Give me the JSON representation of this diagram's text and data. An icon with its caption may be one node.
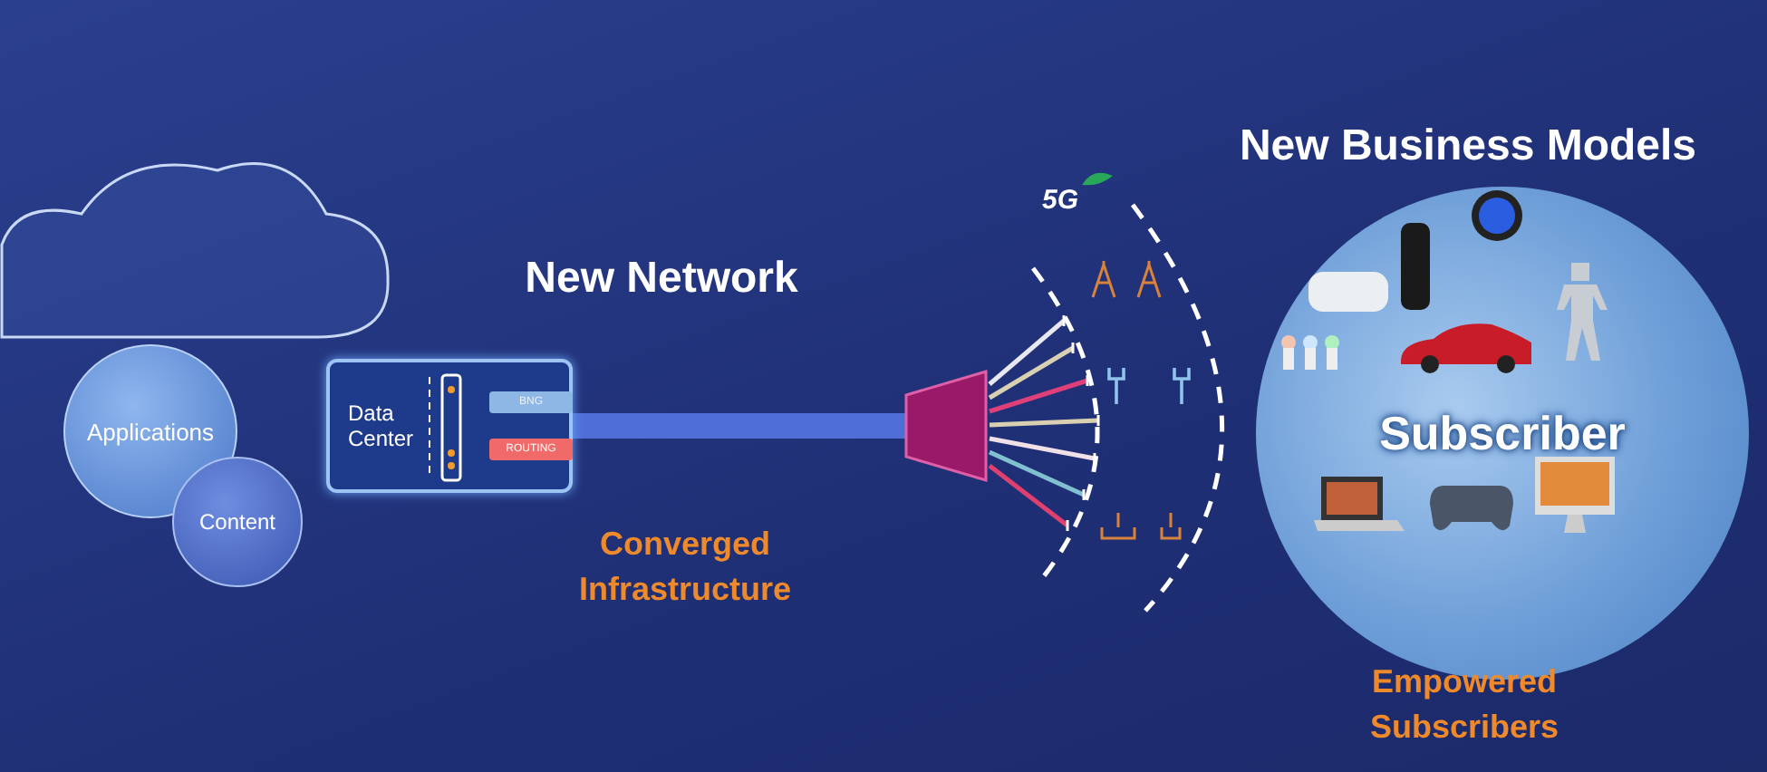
{
  "diagram": {
    "nodes": [
      {
        "text": [],
        "shape": "cloud"
      },
      {
        "text": [
          "Applications"
        ]
      },
      {
        "text": [
          "Content"
        ]
      },
      {
        "text": [
          "Data Center"
        ]
      },
      {
        "text": [
          "BNG"
        ],
        "in": 3
      },
      {
        "text": [
          "ROUTING"
        ],
        "in": 3
      },
      {
        "text": [],
        "shape": "trapezoid"
      },
      {
        "text": [
          "Subscriber"
        ],
        "beside": [
          "New Business Models"
        ]
      }
    ],
    "edges": [
      {
        "from": 3,
        "to": 6,
        "arrow": "none"
      }
    ],
    "labels": [
      "New Network",
      "Converged Infrastructure",
      "5G",
      "Empowered Subscribers"
    ]
  }
}
